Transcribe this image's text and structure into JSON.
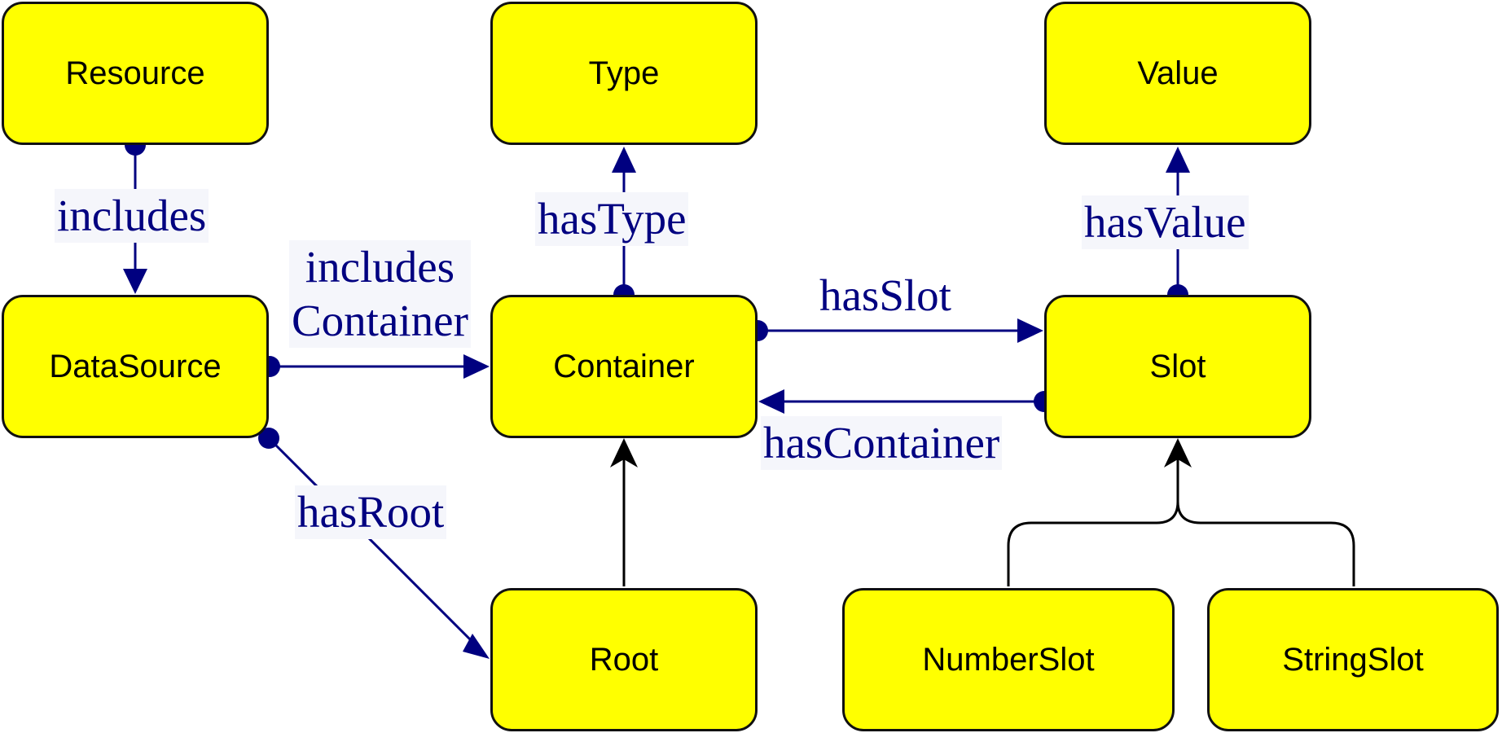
{
  "colors": {
    "node_fill": "#ffff00",
    "node_border": "#111111",
    "relation": "#000080",
    "inheritance": "#000000",
    "label_background": "#f5f6fb"
  },
  "nodes": {
    "resource": "Resource",
    "type": "Type",
    "value": "Value",
    "datasource": "DataSource",
    "container": "Container",
    "slot": "Slot",
    "root": "Root",
    "numberslot": "NumberSlot",
    "stringslot": "StringSlot"
  },
  "edges": {
    "resource_includes": "includes",
    "includes_container_line1": "includes",
    "includes_container_line2": "Container",
    "has_type": "hasType",
    "has_value": "hasValue",
    "has_slot": "hasSlot",
    "has_container": "hasContainer",
    "has_root": "hasRoot"
  }
}
